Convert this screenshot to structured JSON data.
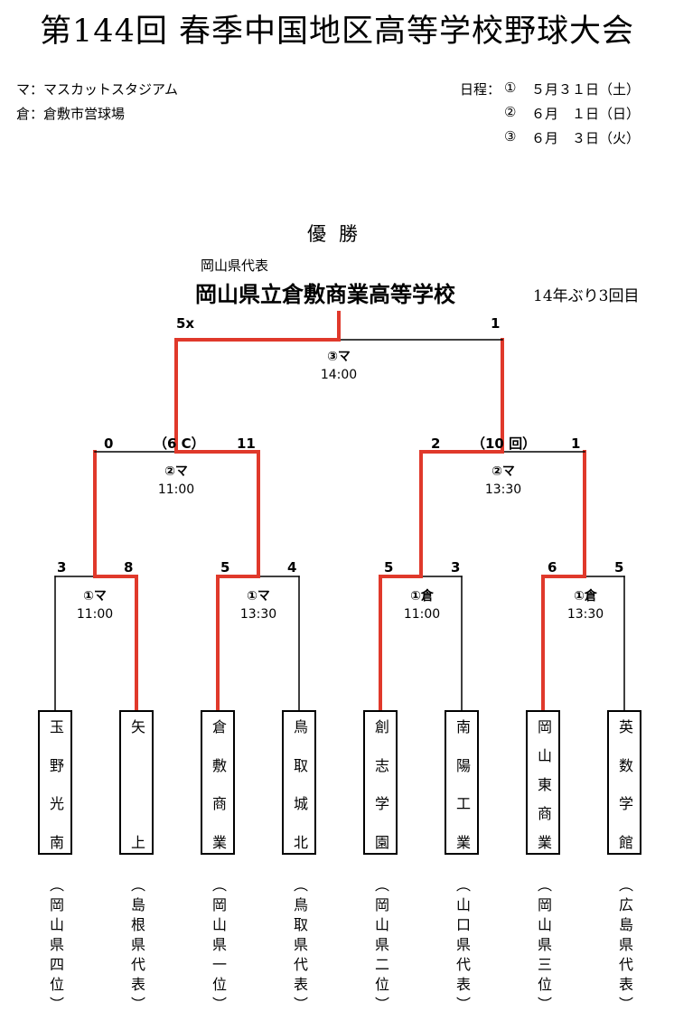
{
  "title": "第144回 春季中国地区高等学校野球大会",
  "venues": [
    {
      "code": "マ",
      "name": "マスカットスタジアム",
      "text": "マ：マスカットスタジアム"
    },
    {
      "code": "倉",
      "name": "倉敷市営球場",
      "text": "倉：倉敷市営球場"
    }
  ],
  "schedule": {
    "label": "日程：",
    "days": [
      {
        "mark": "①",
        "date": "５月３１日（土）"
      },
      {
        "mark": "②",
        "date": "６月　１日（日）"
      },
      {
        "mark": "③",
        "date": "６月　３日（火）"
      }
    ]
  },
  "champion": {
    "heading": "優勝",
    "representative_label": "岡山県代表",
    "school": "岡山県立倉敷商業高等学校",
    "note": "14年ぶり3回目"
  },
  "teams": [
    {
      "name": "玉野光南",
      "prefecture": "（岡山県四位）"
    },
    {
      "name": "矢上",
      "prefecture": "（島根県代表）"
    },
    {
      "name": "倉敷商業",
      "prefecture": "（岡山県一位）"
    },
    {
      "name": "鳥取城北",
      "prefecture": "（鳥取県代表）"
    },
    {
      "name": "創志学園",
      "prefecture": "（岡山県二位）"
    },
    {
      "name": "南陽工業",
      "prefecture": "（山口県代表）"
    },
    {
      "name": "岡山東商業",
      "prefecture": "（岡山県三位）"
    },
    {
      "name": "英数学館",
      "prefecture": "（広島県代表）"
    }
  ],
  "matches": {
    "r1_1": {
      "code": "①マ",
      "time": "11:00",
      "left_score": "3",
      "right_score": "8",
      "winner": "right"
    },
    "r1_2": {
      "code": "①マ",
      "time": "13:30",
      "left_score": "5",
      "right_score": "4",
      "winner": "left"
    },
    "r1_3": {
      "code": "①倉",
      "time": "11:00",
      "left_score": "5",
      "right_score": "3",
      "winner": "left"
    },
    "r1_4": {
      "code": "①倉",
      "time": "13:30",
      "left_score": "6",
      "right_score": "5",
      "winner": "left"
    },
    "sf_1": {
      "code": "②マ",
      "time": "11:00",
      "left_score": "0",
      "right_score": "11",
      "extra": "（6 C）",
      "winner": "right"
    },
    "sf_2": {
      "code": "②マ",
      "time": "13:30",
      "left_score": "2",
      "right_score": "1",
      "extra": "（10 回）",
      "winner": "left"
    },
    "final": {
      "code": "③マ",
      "time": "14:00",
      "left_score": "5x",
      "right_score": "1",
      "winner": "left"
    }
  },
  "colors": {
    "winner_line": "#e0392b",
    "line": "#000000"
  }
}
